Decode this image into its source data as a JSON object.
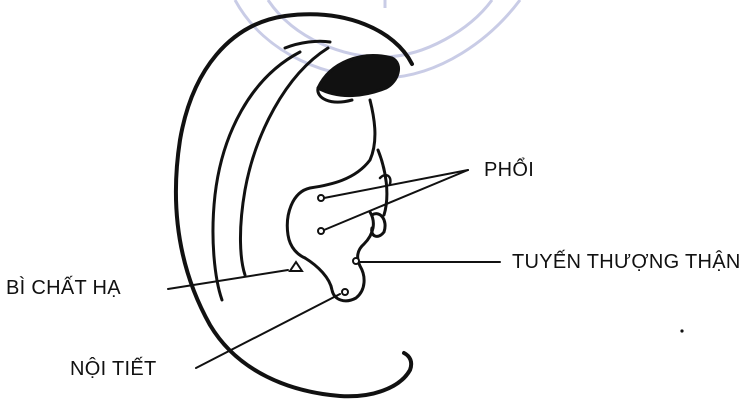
{
  "labels": {
    "phoi": "PHỔI",
    "tuyen_thuong_than": "TUYẾN THƯỢNG THẬN",
    "bi_chat_ha": "BÌ CHẤT HẠ",
    "noi_tiet": "NỘI TIẾT"
  },
  "colors": {
    "ink": "#111111",
    "watermark": "#c9cce6",
    "background": "#ffffff"
  }
}
